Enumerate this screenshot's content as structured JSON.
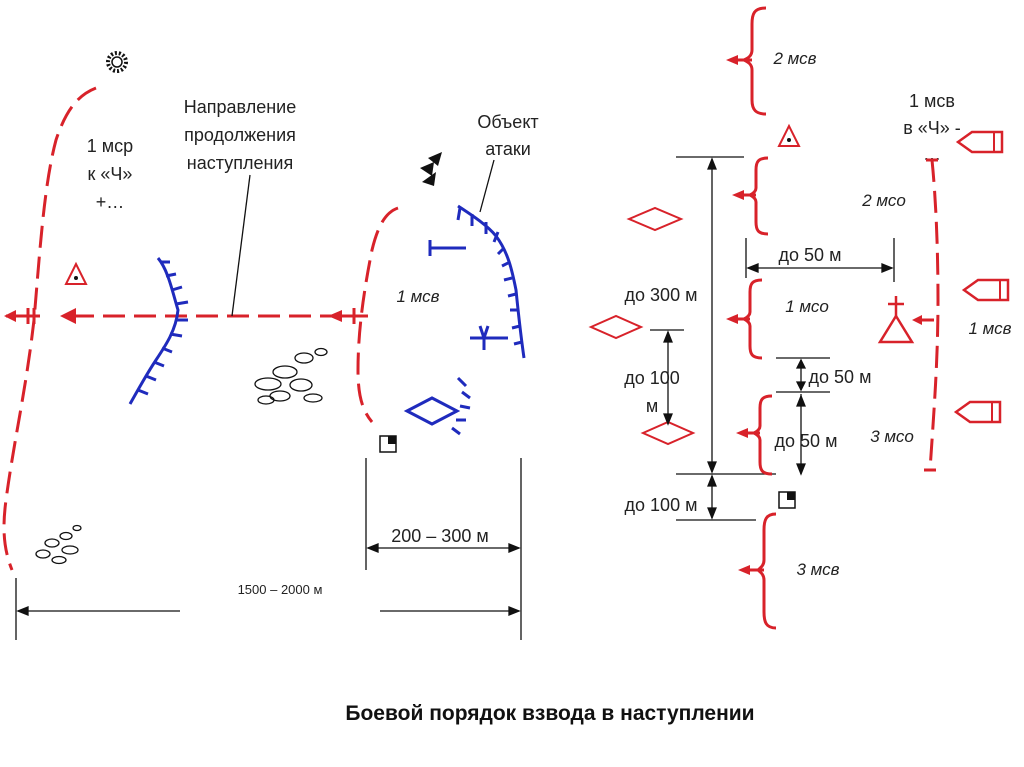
{
  "left_scheme": {
    "platoon_label_line1": "1 мср",
    "platoon_label_line2": "к «Ч»",
    "platoon_label_line3": "+…",
    "direction_label_line1": "Направление",
    "direction_label_line2": "продолжения",
    "direction_label_line3": "наступления",
    "object_label_line1": "Объект",
    "object_label_line2": "атаки",
    "vehicle_label": "1 мсв",
    "interval_label": "200 – 300 м",
    "depth_label": "1500 – 2000 м"
  },
  "right_scheme": {
    "top_vehicle_label": "2 мсв",
    "mid_label_line1": "1 мсв",
    "mid_label_line2": "в «Ч» -",
    "mid_label_line3": "…",
    "squad2_label": "2 мсо",
    "squad1_label": "1 мсо",
    "squad3_label": "3 мсо",
    "right_vehicle_label": "1 мсв",
    "bottom_vehicle_label": "3 мсв",
    "dist_50_horizontal": "до 50 м",
    "dist_300": "до 300 м",
    "dist_100_mid_line1": "до 100",
    "dist_100_mid_line2": "м",
    "dist_50_a": "до 50 м",
    "dist_50_b": "до 50 м",
    "dist_100_bottom": "до 100 м"
  },
  "caption": "Боевой порядок взвода в наступлении",
  "colors": {
    "red": "#d8222a",
    "blue": "#1f2bbd",
    "black": "#111111"
  },
  "icons": [
    "sun-icon",
    "commander-triangle-icon",
    "observation-post-icon",
    "vehicle-icon",
    "tank-icon"
  ]
}
